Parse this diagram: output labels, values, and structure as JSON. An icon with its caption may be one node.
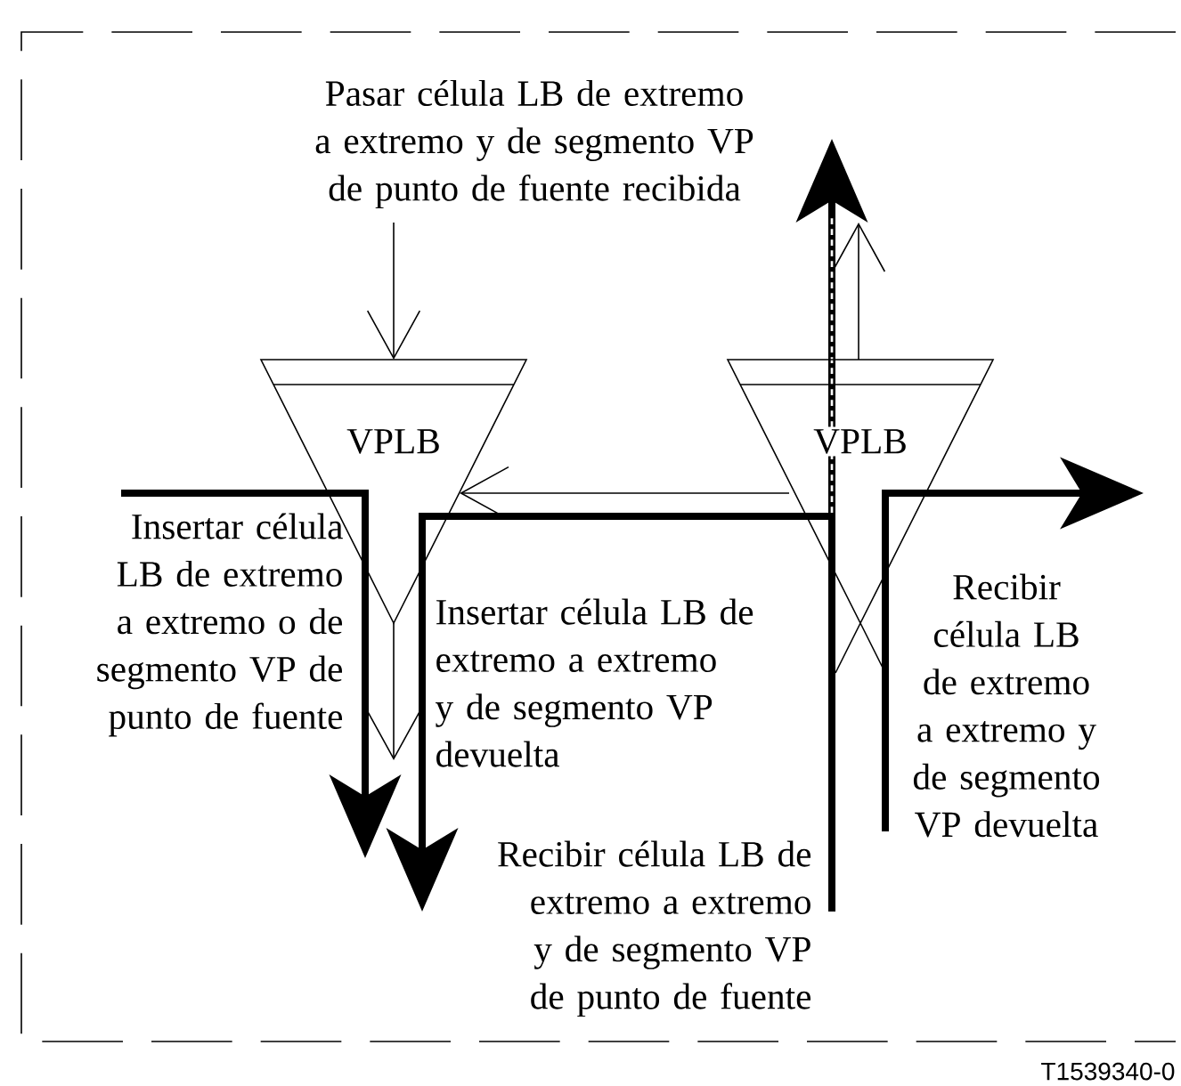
{
  "diagram": {
    "nodes": [
      {
        "text": [
          "Pasar célula LB de extremo a extremo y de segmento VP de punto de fuente recibida"
        ]
      },
      {
        "text": [
          "VPLB"
        ]
      },
      {
        "text": [
          "VPLB"
        ]
      }
    ],
    "edges": [
      {
        "from": 0,
        "to": 1,
        "arrow": "to"
      },
      {
        "from": 2,
        "to": 1,
        "arrow": "to"
      },
      {
        "from": 2,
        "to": null,
        "arrow": "to"
      },
      {
        "from": 1,
        "to": null,
        "arrow": "to"
      }
    ],
    "labels": [
      "Insertar célula LB de extremo a extremo o de segmento VP de punto de fuente",
      "Insertar célula LB de extremo a extremo y de segmento VP devuelta",
      "Recibir célula LB de extremo a extremo y de segmento VP de punto de fuente",
      "Recibir célula LB de extremo a extremo y de segmento VP devuelta",
      "T1539340-0"
    ]
  }
}
